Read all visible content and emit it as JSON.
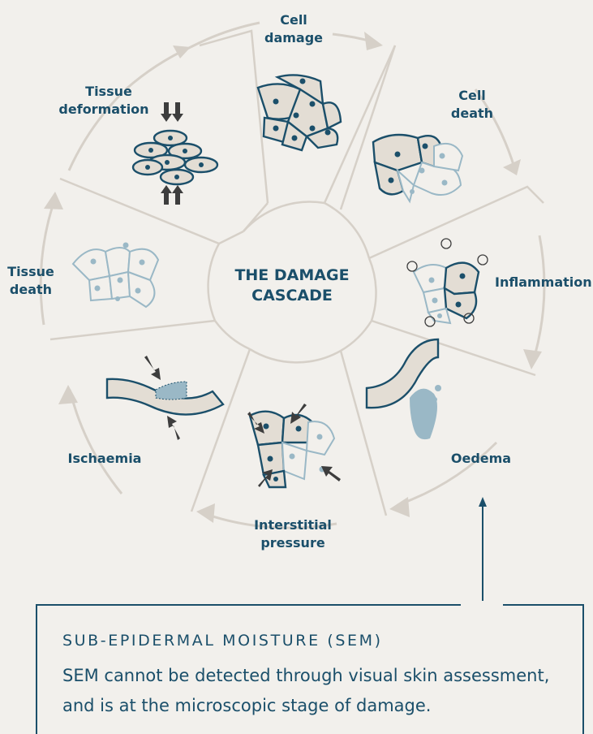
{
  "diagram": {
    "center_title_line1": "THE DAMAGE",
    "center_title_line2": "CASCADE",
    "stages": [
      {
        "line1": "Cell",
        "line2": "damage"
      },
      {
        "line1": "Cell",
        "line2": "death"
      },
      {
        "line1": "Inflammation",
        "line2": ""
      },
      {
        "line1": "Oedema",
        "line2": ""
      },
      {
        "line1": "Interstitial",
        "line2": "pressure"
      },
      {
        "line1": "Ischaemia",
        "line2": ""
      },
      {
        "line1": "Tissue",
        "line2": "death"
      },
      {
        "line1": "Tissue",
        "line2": "deformation"
      }
    ]
  },
  "sem": {
    "title": "SUB-EPIDERMAL MOISTURE (SEM)",
    "body": "SEM cannot be detected through visual skin assessment, and is at the microscopic stage of damage."
  },
  "colors": {
    "background": "#f2f0ec",
    "primary_blue": "#1b4f6a",
    "light_blue": "#9ab8c6",
    "segment_grey": "#d6d0c8",
    "cell_fill": "#e3ddd4"
  },
  "icons": [
    "compression-arrows-icon",
    "inflammation-icon",
    "oedema-water-icon",
    "vessel-pressure-icon"
  ]
}
